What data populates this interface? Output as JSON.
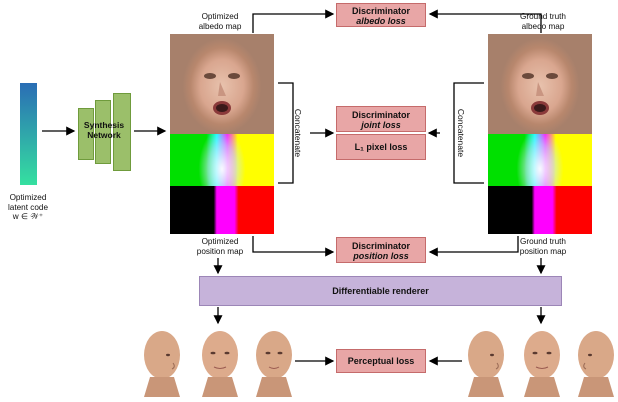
{
  "input": {
    "latent_label_line1": "Optimized",
    "latent_label_line2": "latent code",
    "latent_label_line3": "w ∈ 𝒲⁺"
  },
  "generator": {
    "label_line1": "Synthesis",
    "label_line2": "Network"
  },
  "maps": {
    "opt_albedo_line1": "Optimized",
    "opt_albedo_line2": "albedo map",
    "gt_albedo_line1": "Ground truth",
    "gt_albedo_line2": "albedo map",
    "opt_position_line1": "Optimized",
    "opt_position_line2": "position map",
    "gt_position_line1": "Ground truth",
    "gt_position_line2": "position map"
  },
  "losses": {
    "albedo_line1": "Discriminator",
    "albedo_line2": "albedo loss",
    "joint_line1": "Discriminator",
    "joint_line2": "joint loss",
    "pixel": "L₁ pixel loss",
    "position_line1": "Discriminator",
    "position_line2": "position loss",
    "perceptual": "Perceptual loss"
  },
  "concat": {
    "left": "Concatenate",
    "right": "Concatenate"
  },
  "renderer": {
    "label": "Differentiable renderer"
  },
  "colors": {
    "loss_fill": "#e8a6a6",
    "renderer_fill": "#c6b3da",
    "synthesis_fill": "#9bbf6a",
    "latent_gradient_top": "#2a6db5",
    "latent_gradient_bottom": "#35e0a0"
  }
}
